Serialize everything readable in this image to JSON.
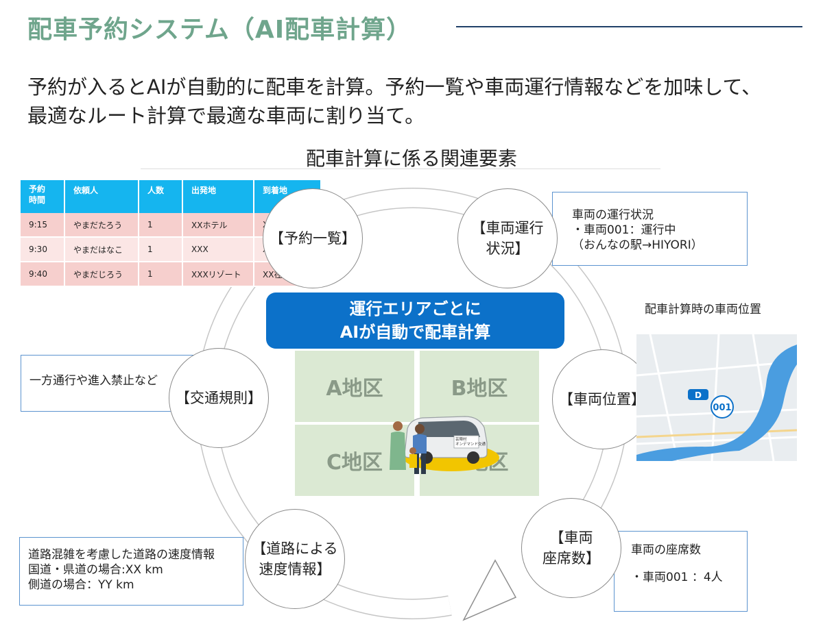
{
  "title": "配車予約システム（AI配車計算）",
  "description": {
    "line1": "予約が入るとAIが自動的に配車を計算。予約一覧や車両運行情報などを加味して、",
    "line2": "最適なルート計算で最適な車両に割り当て。"
  },
  "diagram_title": "配車計算に係る関連要素",
  "reservation_table": {
    "headers": [
      "予約\n時間",
      "依頼人",
      "人数",
      "出発地",
      "到着地"
    ],
    "rows": [
      [
        "9:15",
        "やまだたろう",
        "1",
        "XXホテル",
        "X"
      ],
      [
        "9:30",
        "やまだはなこ",
        "1",
        "XXX",
        "X"
      ],
      [
        "9:40",
        "やまだじろう",
        "1",
        "XXXリゾート",
        "XX在"
      ]
    ]
  },
  "nodes": {
    "reservation_list": "【予約一覧】",
    "vehicle_operation": "【車両運行\n状況】",
    "vehicle_position": "【車両位置】",
    "seat_count": "【車両\n座席数】",
    "road_speed": "【道路による\n速度情報】",
    "traffic_rules": "【交通規則】"
  },
  "info_boxes": {
    "vehicle_status": {
      "line1": "車両の運行状況",
      "line2": "・車両001：運行中",
      "line3": "（おんなの駅→HIYORI）"
    },
    "traffic_rules": "一方通行や進入禁止など",
    "road_speed": {
      "line1": "道路混雑を考慮した道路の速度情報",
      "line2": "国道・県道の場合:XX km",
      "line3": "側道の場合：YY km"
    },
    "seats": {
      "line1": "車両の座席数",
      "line2": "・車両001 ：4人"
    }
  },
  "ai_banner": {
    "line1": "運行エリアごとに",
    "line2": "AIが自動で配車計算"
  },
  "districts": [
    "A地区",
    "B地区",
    "C地区",
    "D地区"
  ],
  "map": {
    "caption": "配車計算時の車両位置",
    "vehicle_id": "001",
    "vehicle_marker": "D"
  },
  "vehicle_decal": {
    "line1": "芸陣村",
    "line2": "オンデマンド交通"
  },
  "colors": {
    "title": "#6fa58c",
    "table_header": "#15b5ef",
    "table_row": "#f6cfcd",
    "banner": "#0c71c9",
    "district": "#dbe9d3",
    "box_border": "#5b93cf",
    "map_river": "#4a9de0"
  }
}
